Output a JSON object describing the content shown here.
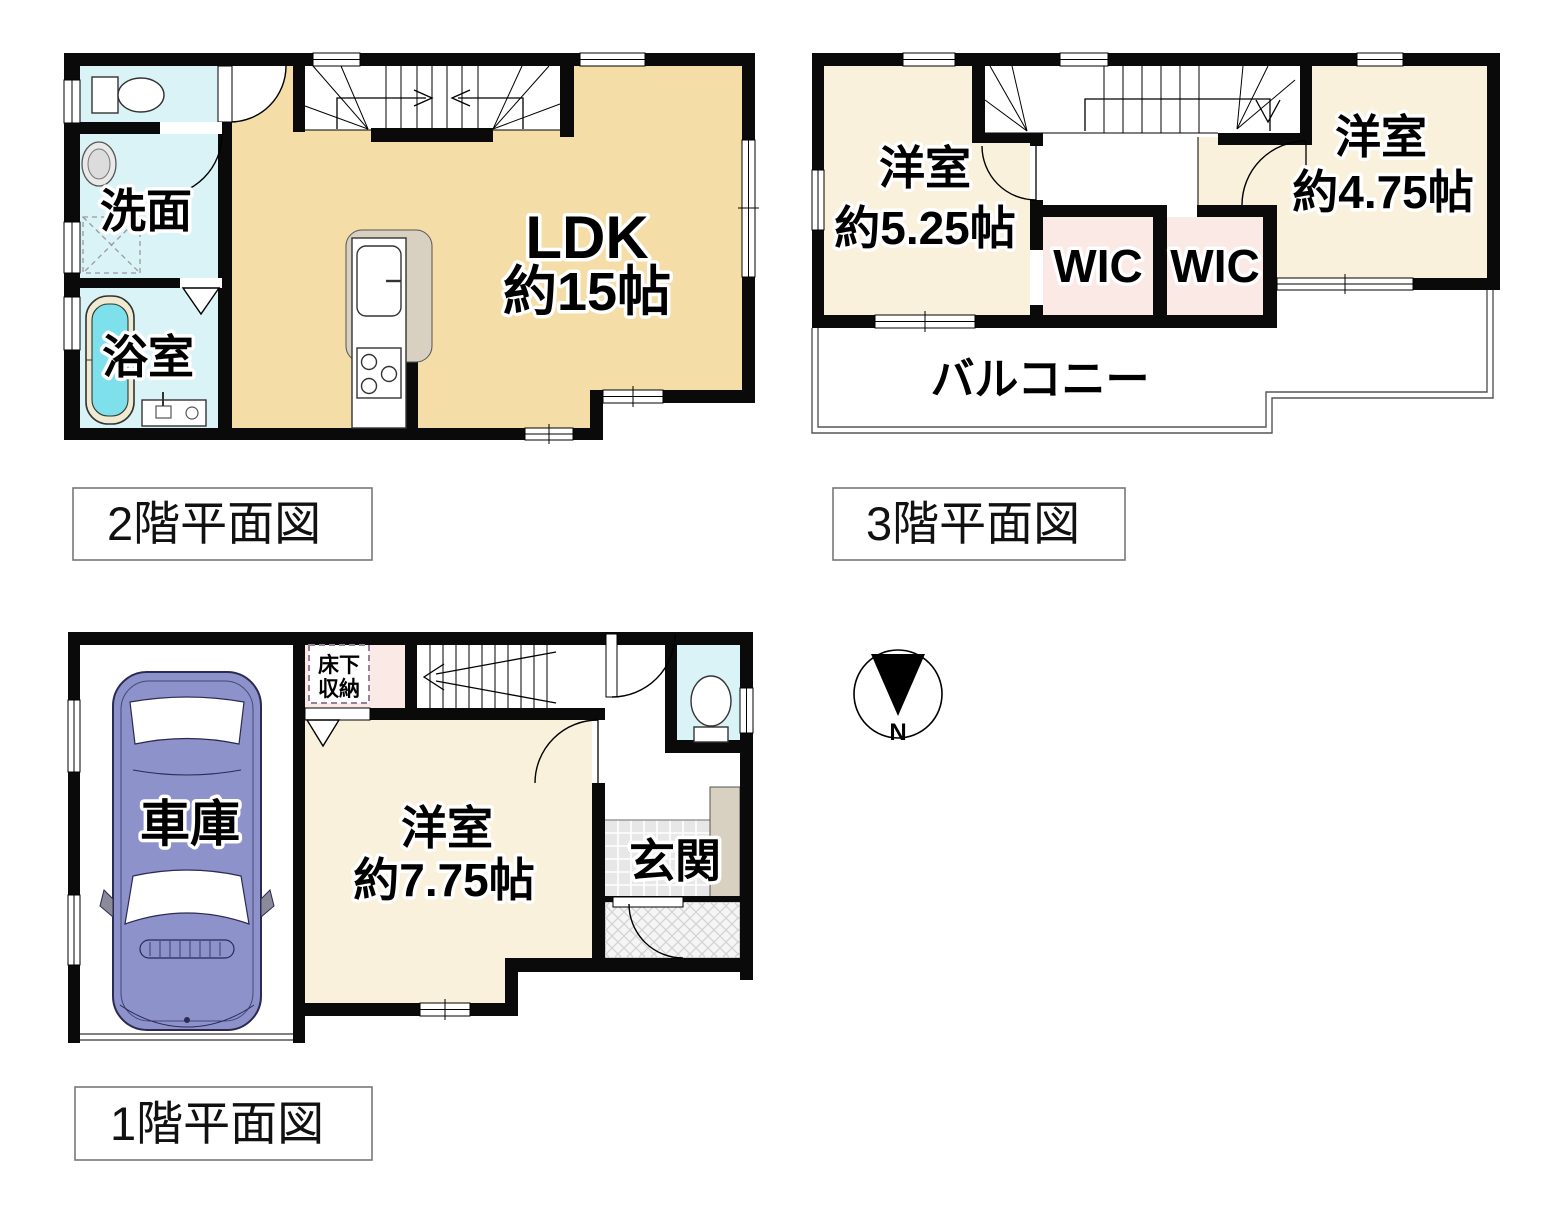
{
  "second_floor": {
    "title": "2階平面図",
    "rooms": {
      "ldk": {
        "line1": "LDK",
        "line2": "約15帖"
      },
      "washroom": {
        "label": "洗面"
      },
      "bathroom": {
        "label": "浴室"
      }
    }
  },
  "third_floor": {
    "title": "3階平面図",
    "rooms": {
      "bedroom_left": {
        "line1": "洋室",
        "line2": "約5.25帖"
      },
      "bedroom_right": {
        "line1": "洋室",
        "line2": "約4.75帖"
      },
      "wic_left": {
        "label": "WIC"
      },
      "wic_right": {
        "label": "WIC"
      },
      "balcony": {
        "label": "バルコニー"
      }
    }
  },
  "first_floor": {
    "title": "1階平面図",
    "rooms": {
      "garage": {
        "label": "車庫"
      },
      "bedroom": {
        "line1": "洋室",
        "line2": "約7.75帖"
      },
      "entrance": {
        "label": "玄関"
      },
      "underfloor_storage": {
        "line1": "床下",
        "line2": "収納"
      }
    }
  },
  "compass": {
    "north_label": "N"
  },
  "colors": {
    "wall": "#0a0a0a",
    "ldk_fill": "#f4dda6",
    "bedroom_fill": "#f9f1dc",
    "wet_area_fill": "#daf3f7",
    "bathtub_fill": "#7ee0ea",
    "closet_fill": "#fbe9e6",
    "entrance_tile": "#e7e7e7",
    "counter_gray": "#d8d0c0",
    "car_body": "#8d92ca"
  }
}
